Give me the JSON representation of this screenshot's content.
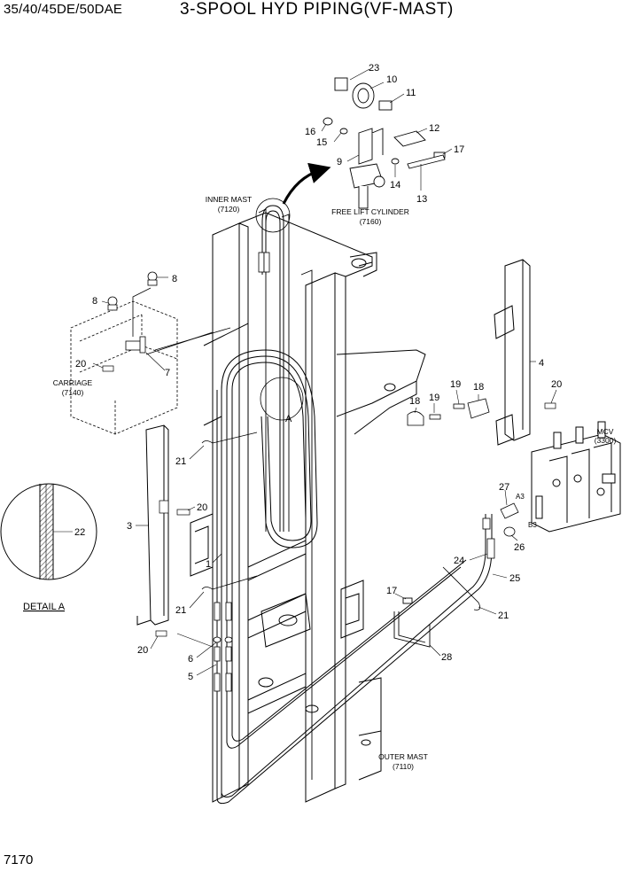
{
  "header": {
    "model": "35/40/45DE/50DAE",
    "title": "3-SPOOL HYD PIPING(VF-MAST)"
  },
  "page_number": "7170",
  "labels": {
    "inner_mast": "INNER MAST",
    "inner_mast_code": "(7120)",
    "free_lift_cylinder": "FREE LIFT CYLINDER",
    "free_lift_cylinder_code": "(7160)",
    "carriage": "CARRIAGE",
    "carriage_code": "(7140)",
    "outer_mast": "OUTER MAST",
    "outer_mast_code": "(7110)",
    "mcv": "MCV",
    "mcv_code": "(3300)",
    "port_a3": "A3",
    "port_b3": "B3",
    "detail_ref": "A",
    "detail_title": "DETAIL A"
  },
  "callouts": {
    "c23": "23",
    "c10": "10",
    "c11": "11",
    "c16": "16",
    "c15": "15",
    "c12": "12",
    "c17a": "17",
    "c9": "9",
    "c14": "14",
    "c13": "13",
    "c8a": "8",
    "c8b": "8",
    "c20a": "20",
    "c7": "7",
    "c4": "4",
    "c18a": "18",
    "c19a": "19",
    "c19b": "19",
    "c18b": "18",
    "c20b": "20",
    "c21a": "21",
    "c20c": "20",
    "c3": "3",
    "c22": "22",
    "c1": "1",
    "c27": "27",
    "c26": "26",
    "c24": "24",
    "c25": "25",
    "c21b": "21",
    "c17b": "17",
    "c21c": "21",
    "c20d": "20",
    "c6": "6",
    "c5": "5",
    "c28": "28"
  }
}
